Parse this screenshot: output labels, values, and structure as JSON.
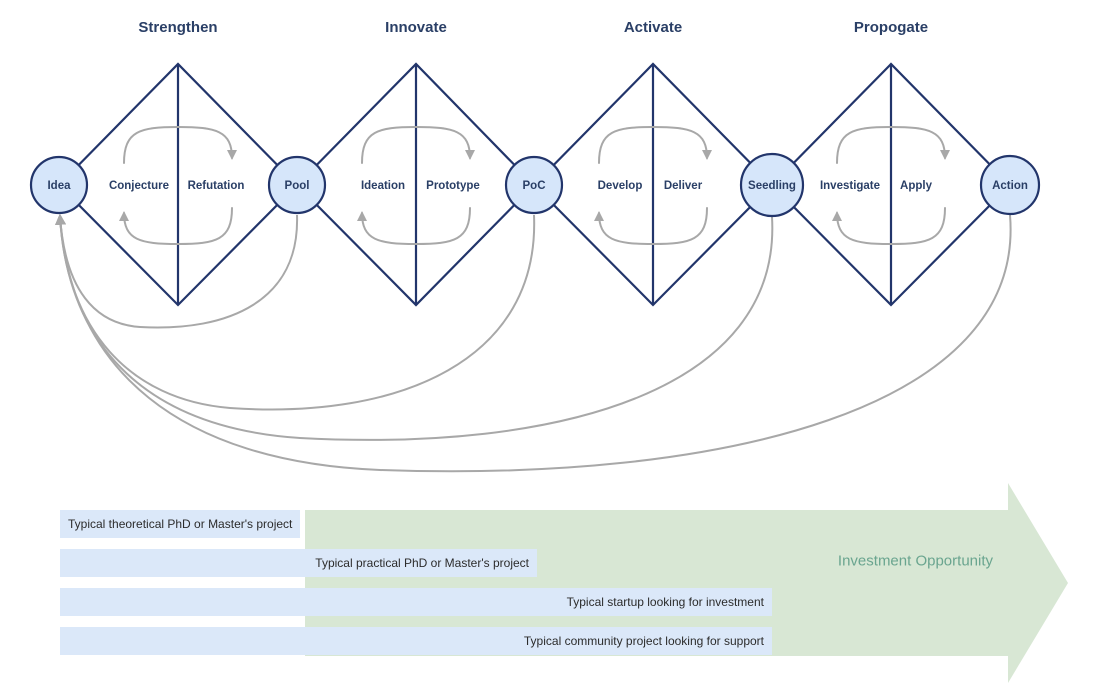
{
  "diagram": {
    "title_color": "#2a3f66",
    "node_fill": "#d6e6fa",
    "node_stroke": "#22356b",
    "arc_color": "#a8a8a8",
    "phases": [
      {
        "label": "Strengthen",
        "left_stage": "Conjecture",
        "right_stage": "Refutation"
      },
      {
        "label": "Innovate",
        "left_stage": "Ideation",
        "right_stage": "Prototype"
      },
      {
        "label": "Activate",
        "left_stage": "Develop",
        "right_stage": "Deliver"
      },
      {
        "label": "Propogate",
        "left_stage": "Investigate",
        "right_stage": "Apply"
      }
    ],
    "nodes": [
      {
        "label": "Idea"
      },
      {
        "label": "Pool"
      },
      {
        "label": "PoC"
      },
      {
        "label": "Seedling"
      },
      {
        "label": "Action"
      }
    ]
  },
  "timeline": {
    "bar_fill": "#dbe8f9",
    "arrow_fill": "#d8e7d4",
    "arrow_label": "Investment Opportunity",
    "arrow_label_color": "#6aa58f",
    "bars": [
      {
        "label": "Typical theoretical PhD or Master's project",
        "align": "left"
      },
      {
        "label": "Typical practical PhD or Master's project",
        "align": "right"
      },
      {
        "label": "Typical startup looking for investment",
        "align": "right"
      },
      {
        "label": "Typical community project looking for support",
        "align": "right"
      }
    ]
  }
}
